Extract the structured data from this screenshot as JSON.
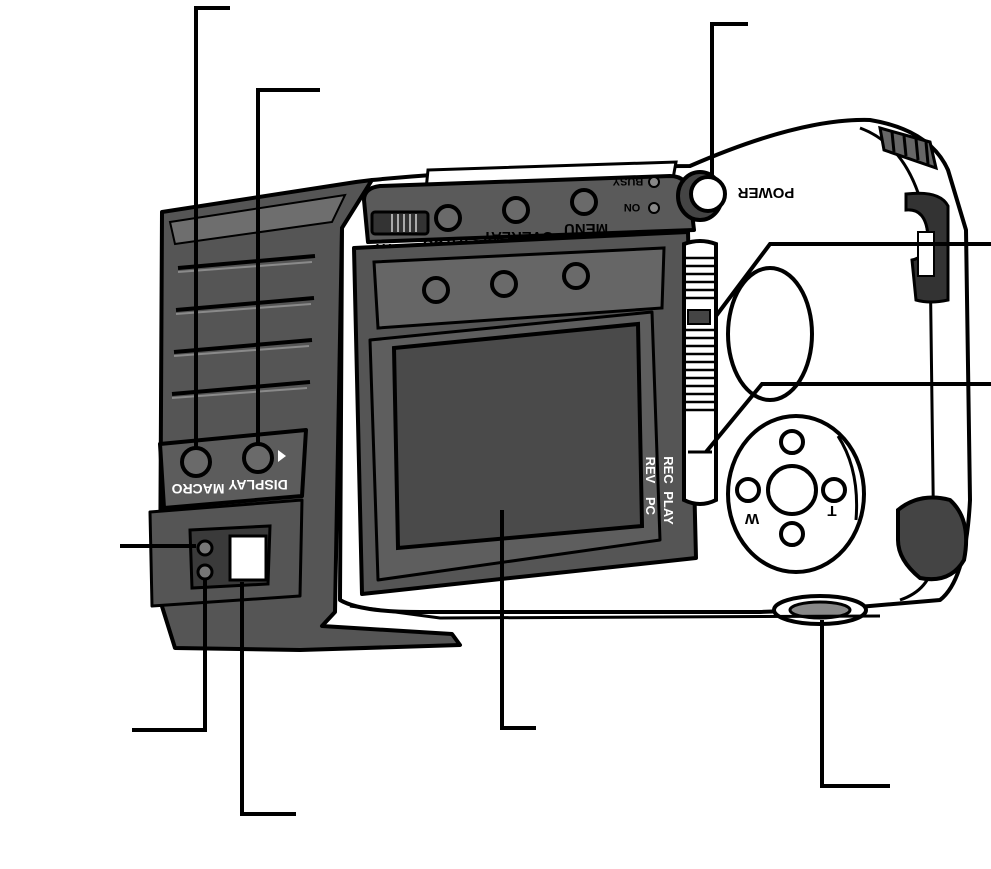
{
  "camera": {
    "top_buttons": {
      "bright": "BRIGHT",
      "status": "STATUS",
      "overlay": "OVERLAY",
      "menu": "MENU"
    },
    "indicators": {
      "busy": "BUSY",
      "on": "ON"
    },
    "power": "POWER",
    "mode_dial": {
      "rec": "REC",
      "rev": "REV",
      "play": "PLAY",
      "pc": "PC"
    },
    "left_buttons": {
      "macro": "MACRO",
      "display": "DISPLAY"
    },
    "zoom": {
      "w": "W",
      "t": "T"
    }
  },
  "colors": {
    "outline": "#000000",
    "body_light": "#ffffff",
    "body_dark": "#505050",
    "panel_mid": "#5a5a5a",
    "screen": "#4a4a4a",
    "button": "#6a6a6a"
  }
}
